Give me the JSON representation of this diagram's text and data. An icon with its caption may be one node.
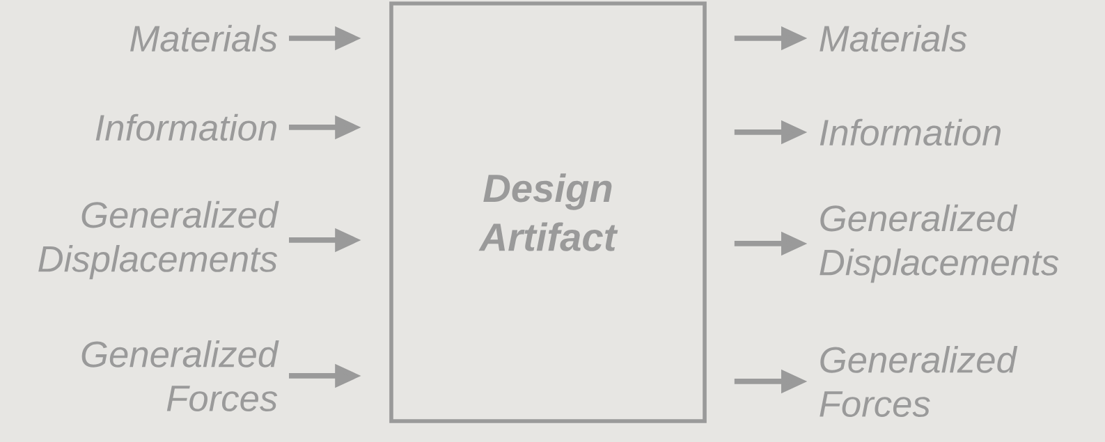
{
  "diagram": {
    "nodes": [
      {
        "text": [
          "Design Artifact"
        ]
      },
      {
        "text": [
          "Materials"
        ]
      },
      {
        "text": [
          "Information"
        ]
      },
      {
        "text": [
          "Generalized Displacements"
        ]
      },
      {
        "text": [
          "Generalized Forces"
        ]
      },
      {
        "text": [
          "Materials"
        ]
      },
      {
        "text": [
          "Information"
        ]
      },
      {
        "text": [
          "Generalized Displacements"
        ]
      },
      {
        "text": [
          "Generalized Forces"
        ]
      }
    ],
    "edges": [
      {
        "from": 1,
        "to": 0,
        "arrow": "to"
      },
      {
        "from": 2,
        "to": 0,
        "arrow": "to"
      },
      {
        "from": 3,
        "to": 0,
        "arrow": "to"
      },
      {
        "from": 4,
        "to": 0,
        "arrow": "to"
      },
      {
        "from": 0,
        "to": 5,
        "arrow": "to"
      },
      {
        "from": 0,
        "to": 6,
        "arrow": "to"
      },
      {
        "from": 0,
        "to": 7,
        "arrow": "to"
      },
      {
        "from": 0,
        "to": 8,
        "arrow": "to"
      }
    ]
  }
}
